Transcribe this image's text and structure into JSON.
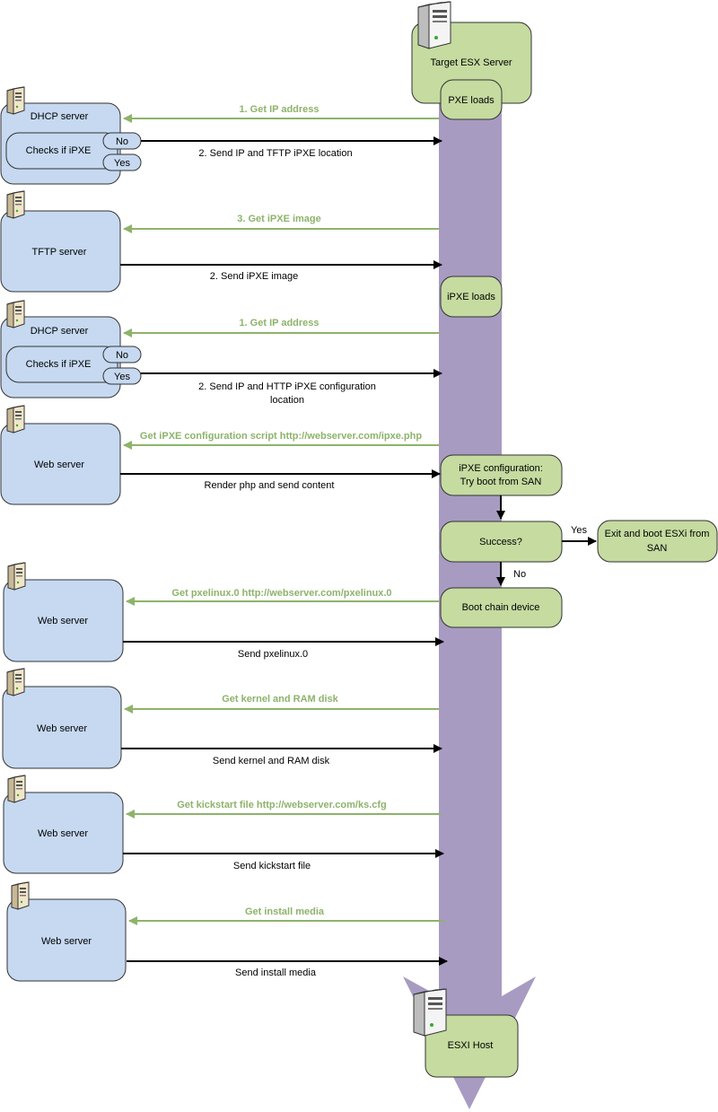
{
  "target": {
    "title": "Target ESX Server"
  },
  "esxi_host": {
    "title": "ESXI Host"
  },
  "steps": {
    "pxe_loads": "PXE loads",
    "ipxe_loads": "iPXE loads",
    "ipxe_config_line1": "iPXE configuration:",
    "ipxe_config_line2": "Try boot from SAN",
    "success": "Success?",
    "exit_line1": "Exit and boot ESXi from",
    "exit_line2": "SAN",
    "boot_chain": "Boot chain device",
    "yes": "Yes",
    "no": "No"
  },
  "servers": [
    {
      "title": "DHCP server",
      "inner": "Checks if iPXE",
      "opt_no": "No",
      "opt_yes": "Yes",
      "request": "1. Get IP address",
      "response": "2. Send IP and TFTP iPXE location",
      "response2": ""
    },
    {
      "title": "TFTP server",
      "request": "3. Get iPXE image",
      "response": "2. Send iPXE image",
      "response2": ""
    },
    {
      "title": "DHCP server",
      "inner": "Checks if iPXE",
      "opt_no": "No",
      "opt_yes": "Yes",
      "request": "1. Get IP address",
      "response": "2. Send IP and HTTP iPXE configuration",
      "response2": "location"
    },
    {
      "title": "Web server",
      "request": "Get iPXE configuration script http://webserver.com/ipxe.php",
      "response": "Render php and send content",
      "response2": ""
    },
    {
      "title": "Web server",
      "request": "Get pxelinux.0 http://webserver.com/pxelinux.0",
      "response": "Send pxelinux.0",
      "response2": ""
    },
    {
      "title": "Web server",
      "request": "Get kernel and RAM disk",
      "response": "Send kernel and RAM disk",
      "response2": ""
    },
    {
      "title": "Web server",
      "request": "Get kickstart file http://webserver.com/ks.cfg",
      "response": "Send kickstart file",
      "response2": ""
    },
    {
      "title": "Web server",
      "request": "Get install media",
      "response": "Send install media",
      "response2": ""
    }
  ],
  "colors": {
    "server_fill": "#c6d9f1",
    "step_fill": "#c5dba0",
    "timeline": "#a89bc2",
    "request_arrow": "#8db36a",
    "response_arrow": "#000000"
  }
}
